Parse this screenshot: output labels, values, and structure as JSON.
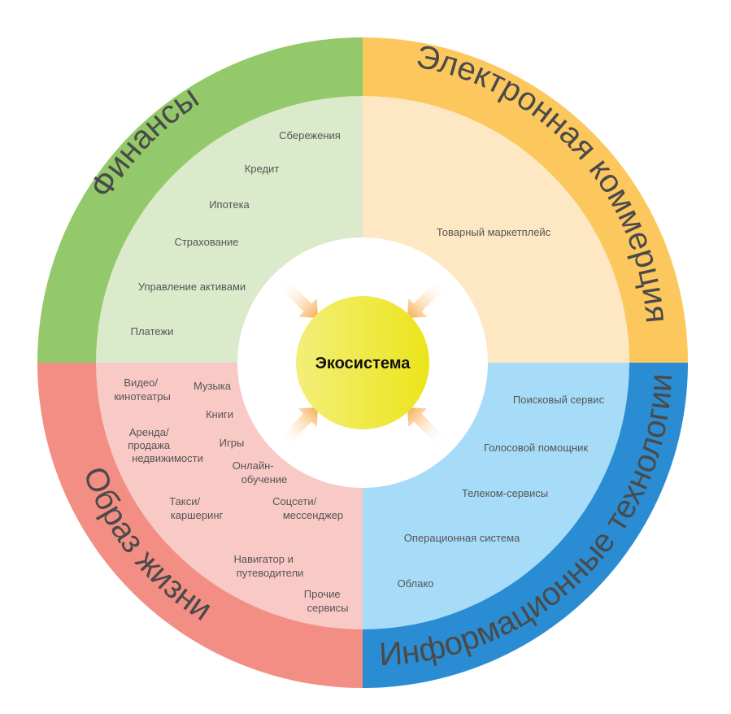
{
  "center": {
    "label": "Экосистема"
  },
  "sectors": {
    "finance": {
      "title": "Финансы",
      "color_outer": "#93c96a",
      "color_inner": "#dbeacb",
      "items": [
        "Сбережения",
        "Кредит",
        "Ипотека",
        "Страхование",
        "Управление активами",
        "Платежи"
      ]
    },
    "ecommerce": {
      "title": "Электронная коммерция",
      "color_outer": "#fcc85e",
      "color_inner": "#fde8c3",
      "items": [
        "Товарный маркетплейс"
      ]
    },
    "lifestyle": {
      "title": "Образ жизни",
      "color_outer": "#f28e84",
      "color_inner": "#f8c9c5",
      "items": [
        [
          "Видео/",
          "кинотеатры"
        ],
        [
          "Музыка"
        ],
        [
          "Книги"
        ],
        [
          "Аренда/",
          "продажа",
          "недвижимости"
        ],
        [
          "Игры"
        ],
        [
          "Онлайн-",
          "обучение"
        ],
        [
          "Такси/",
          "каршеринг"
        ],
        [
          "Соцсети/",
          "мессенджер"
        ],
        [
          "Навигатор и",
          "путеводители"
        ],
        [
          "Прочие",
          "сервисы"
        ]
      ]
    },
    "it": {
      "title": "Информационные технологии",
      "color_outer": "#2a8dd3",
      "color_inner": "#a6dcf7",
      "items": [
        "Поисковый сервис",
        "Голосовой помощник",
        "Телеком-сервисы",
        "Операционная система",
        "Облако"
      ]
    }
  }
}
